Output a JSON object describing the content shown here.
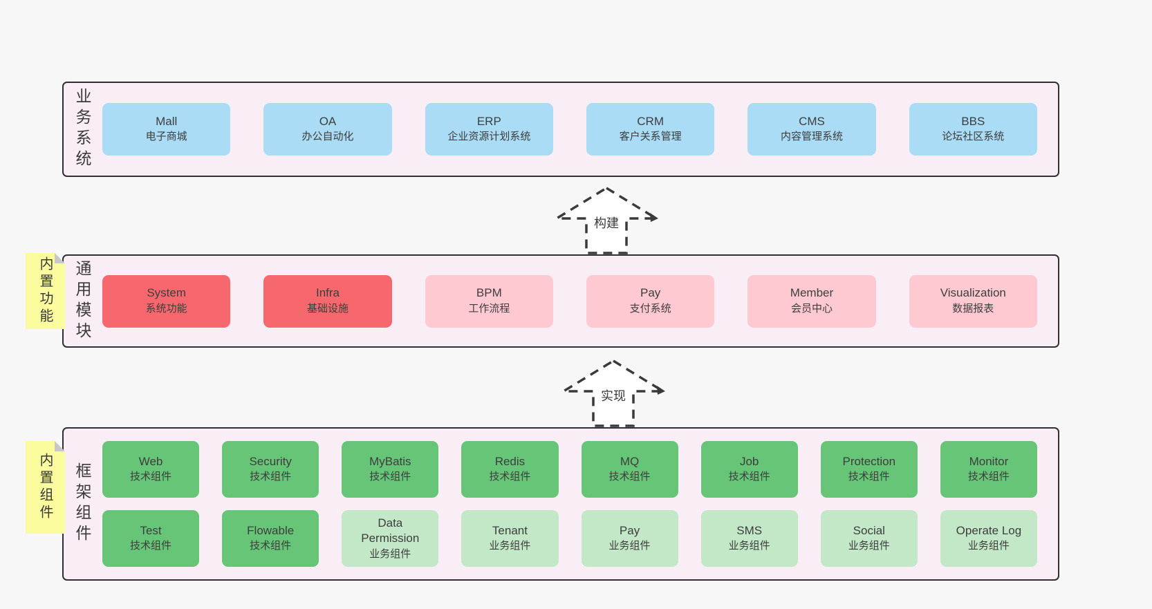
{
  "diagram_title": "",
  "bands": {
    "business": {
      "label": "业务系统",
      "boxes": [
        {
          "en": "Mall",
          "zh": "电子商城",
          "variant": "blue"
        },
        {
          "en": "OA",
          "zh": "办公自动化",
          "variant": "blue"
        },
        {
          "en": "ERP",
          "zh": "企业资源计划系统",
          "variant": "blue"
        },
        {
          "en": "CRM",
          "zh": "客户关系管理",
          "variant": "blue"
        },
        {
          "en": "CMS",
          "zh": "内容管理系统",
          "variant": "blue"
        },
        {
          "en": "BBS",
          "zh": "论坛社区系统",
          "variant": "blue"
        }
      ]
    },
    "modules": {
      "label": "通用模块",
      "sticky": "内置功能",
      "boxes": [
        {
          "en": "System",
          "zh": "系统功能",
          "variant": "red"
        },
        {
          "en": "Infra",
          "zh": "基础设施",
          "variant": "red"
        },
        {
          "en": "BPM",
          "zh": "工作流程",
          "variant": "pink"
        },
        {
          "en": "Pay",
          "zh": "支付系统",
          "variant": "pink"
        },
        {
          "en": "Member",
          "zh": "会员中心",
          "variant": "pink"
        },
        {
          "en": "Visualization",
          "zh": "数据报表",
          "variant": "pink"
        }
      ]
    },
    "components": {
      "label": "框架组件",
      "sticky": "内置组件",
      "row1": [
        {
          "en": "Web",
          "zh": "技术组件",
          "variant": "green"
        },
        {
          "en": "Security",
          "zh": "技术组件",
          "variant": "green"
        },
        {
          "en": "MyBatis",
          "zh": "技术组件",
          "variant": "green"
        },
        {
          "en": "Redis",
          "zh": "技术组件",
          "variant": "green"
        },
        {
          "en": "MQ",
          "zh": "技术组件",
          "variant": "green"
        },
        {
          "en": "Job",
          "zh": "技术组件",
          "variant": "green"
        },
        {
          "en": "Protection",
          "zh": "技术组件",
          "variant": "green"
        },
        {
          "en": "Monitor",
          "zh": "技术组件",
          "variant": "green"
        }
      ],
      "row2": [
        {
          "en": "Test",
          "zh": "技术组件",
          "variant": "green"
        },
        {
          "en": "Flowable",
          "zh": "技术组件",
          "variant": "green"
        },
        {
          "en": "Data Permission",
          "zh": "业务组件",
          "variant": "lightgreen"
        },
        {
          "en": "Tenant",
          "zh": "业务组件",
          "variant": "lightgreen"
        },
        {
          "en": "Pay",
          "zh": "业务组件",
          "variant": "lightgreen"
        },
        {
          "en": "SMS",
          "zh": "业务组件",
          "variant": "lightgreen"
        },
        {
          "en": "Social",
          "zh": "业务组件",
          "variant": "lightgreen"
        },
        {
          "en": "Operate Log",
          "zh": "业务组件",
          "variant": "lightgreen"
        }
      ]
    }
  },
  "arrows": {
    "build": "构建",
    "implement": "实现"
  },
  "colors": {
    "page_bg": "#f7f7f7",
    "band_bg": "#f9edf6",
    "band_border": "#2f2f2f",
    "blue": "#aadcf5",
    "red": "#f6686d",
    "pink": "#ffc9d2",
    "green": "#67c578",
    "lightgreen": "#c3e8c8",
    "sticky_yellow": "#fbfc9e",
    "sticky_fold": "#c8c8c8",
    "text": "#3d3d3d"
  }
}
